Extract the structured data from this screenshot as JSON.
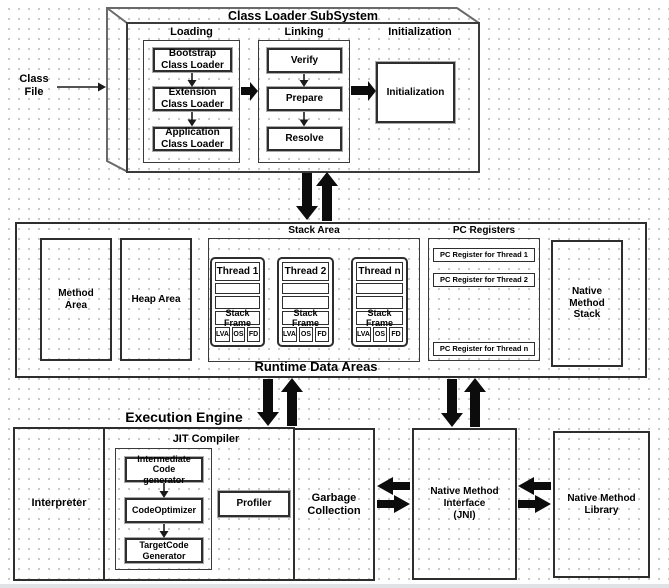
{
  "colors": {
    "line": "#2e2e2e",
    "arrow": "#111111",
    "grid_dot": "#b5b5b5"
  },
  "class_file": {
    "label": "Class\nFile"
  },
  "class_loader": {
    "title": "Class Loader SubSystem",
    "loading_label": "Loading",
    "linking_label": "Linking",
    "initialization_label": "Initialization",
    "loading_steps": [
      "Bootstrap\nClass Loader",
      "Extension\nClass Loader",
      "Application\nClass Loader"
    ],
    "linking_steps": [
      "Verify",
      "Prepare",
      "Resolve"
    ],
    "initialization_box": "Initialization"
  },
  "runtime": {
    "title": "Runtime Data Areas",
    "method_area": "Method\nArea",
    "heap_area": "Heap Area",
    "stack_area_title": "Stack Area",
    "threads": [
      {
        "name": "Thread 1",
        "frame_label": "Stack Frame",
        "slots": [
          "LVA",
          "OS",
          "FD"
        ]
      },
      {
        "name": "Thread 2",
        "frame_label": "Stack Frame",
        "slots": [
          "LVA",
          "OS",
          "FD"
        ]
      },
      {
        "name": "Thread n",
        "frame_label": "Stack Frame",
        "slots": [
          "LVA",
          "OS",
          "FD"
        ]
      }
    ],
    "pc_registers_title": "PC Registers",
    "pc_registers": [
      "PC Register for Thread 1",
      "PC Register for Thread 2",
      "PC Register for Thread n"
    ],
    "native_method_stack": "Native\nMethod\nStack"
  },
  "execution_engine": {
    "title": "Execution Engine",
    "interpreter": "Interpreter",
    "jit_title": "JIT Compiler",
    "jit_steps": [
      "Intermediate Code\ngenerator",
      "CodeOptimizer",
      "TargetCode\nGenerator"
    ],
    "profiler": "Profiler",
    "garbage_collection": "Garbage\nCollection",
    "jni": "Native Method\nInterface\n(JNI)",
    "native_method_library": "Native Method\nLibrary"
  }
}
